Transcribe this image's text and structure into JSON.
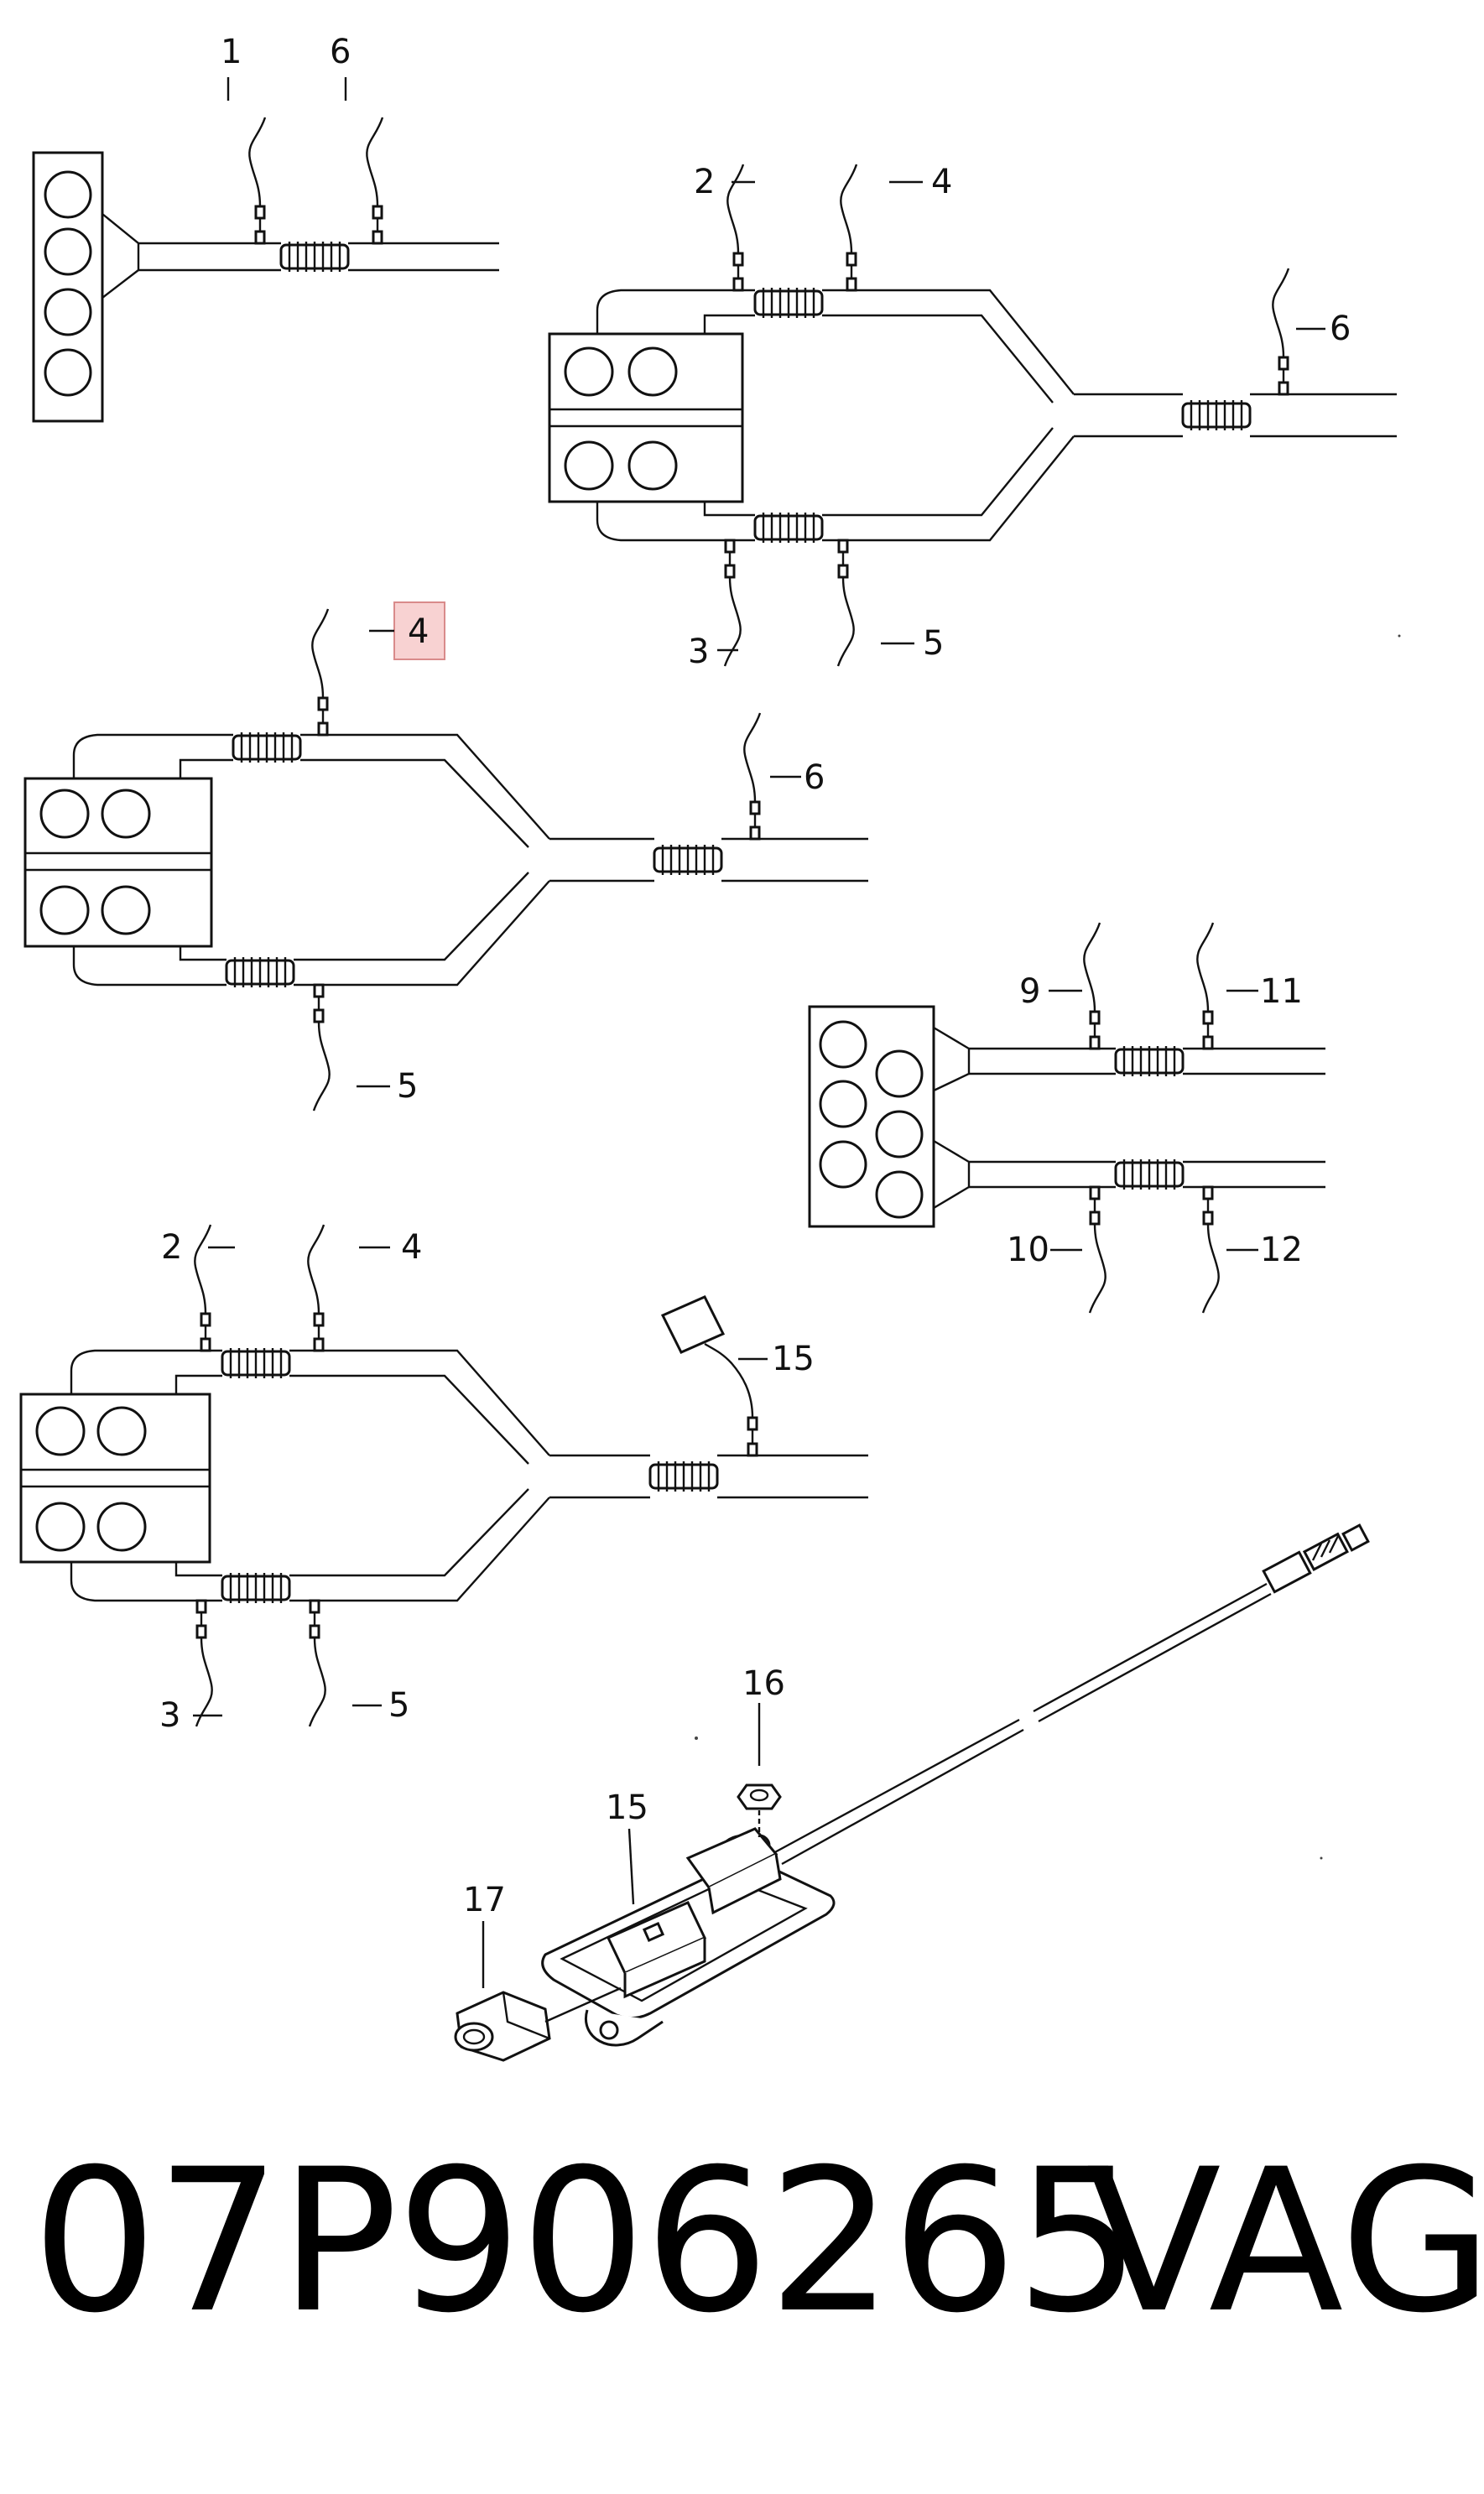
{
  "diagram": {
    "labels": {
      "d1": [
        "1",
        "6"
      ],
      "d2": [
        "2",
        "4",
        "6",
        "3",
        "5"
      ],
      "d3": [
        "4",
        "6",
        "5"
      ],
      "d4": [
        "9",
        "11",
        "10",
        "12"
      ],
      "d5": [
        "2",
        "4",
        "15",
        "3",
        "5"
      ],
      "d6": [
        "16",
        "15",
        "17"
      ]
    },
    "highlight_color": "#f8d2d2"
  },
  "footer": {
    "part_number": "07P906265",
    "brand": "VAG"
  }
}
